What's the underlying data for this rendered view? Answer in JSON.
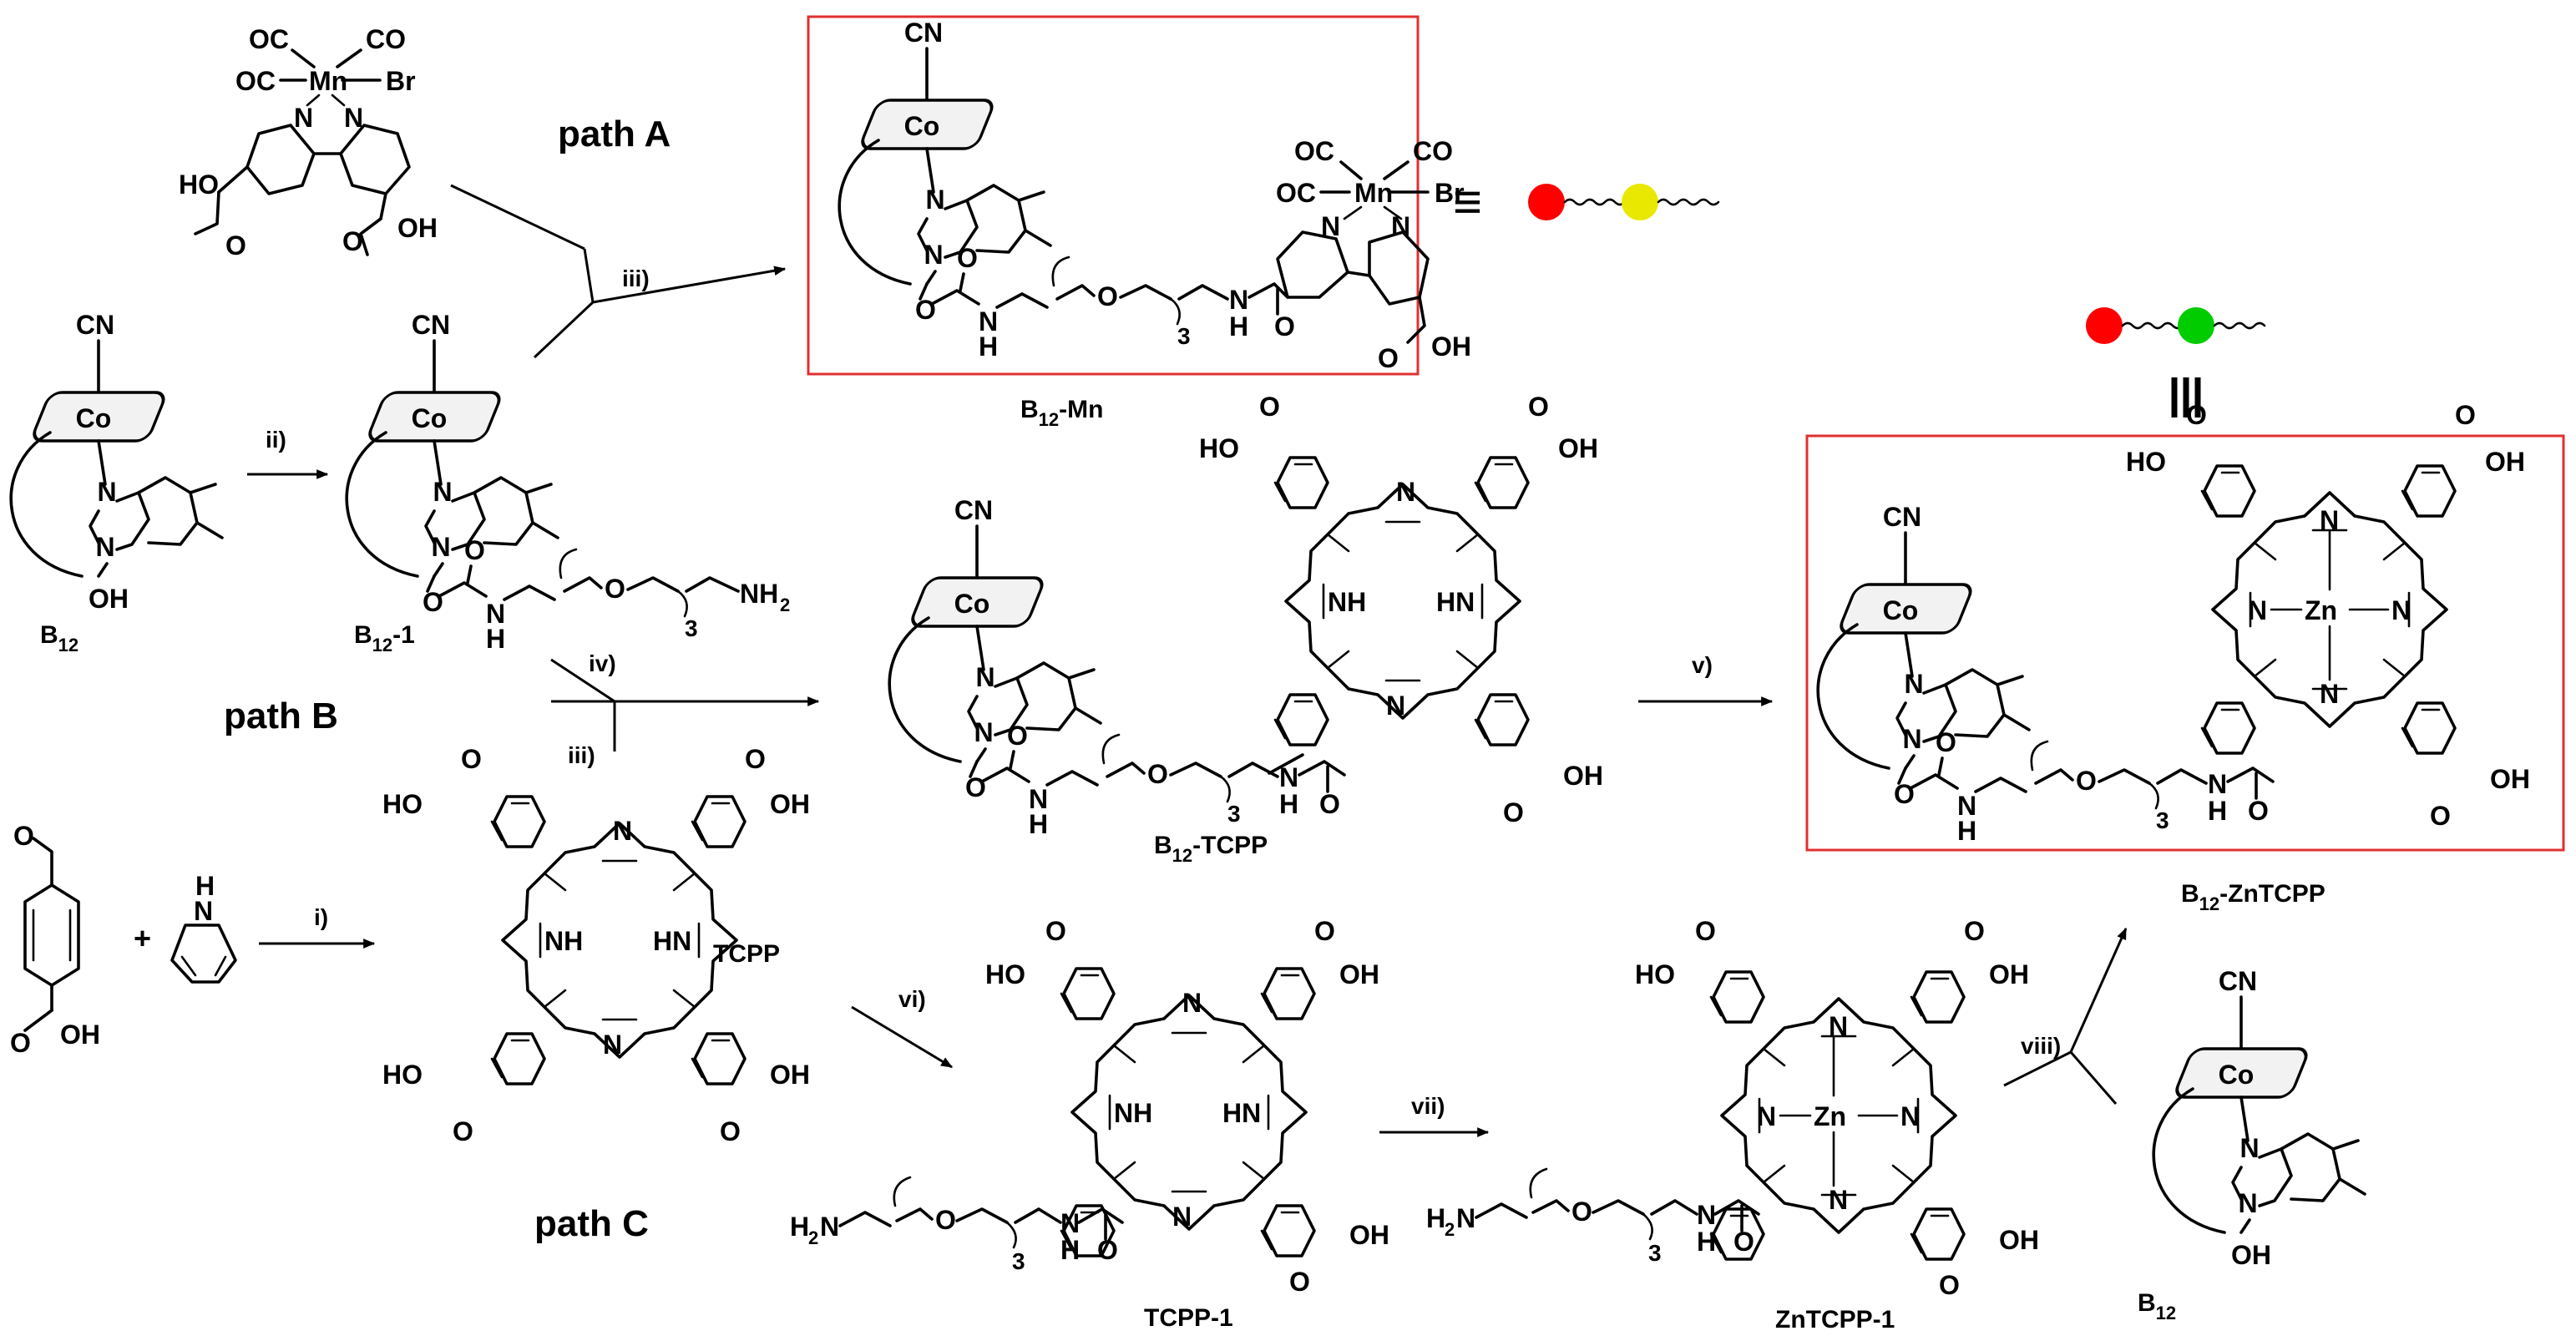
{
  "paths": {
    "a": "path A",
    "b": "path B",
    "c": "path C"
  },
  "steps": {
    "i": "i)",
    "ii": "ii)",
    "iii_a": "iii)",
    "iv": "iv)",
    "iii_b": "iii)",
    "v": "v)",
    "vi": "vi)",
    "vii": "vii)",
    "viii": "viii)"
  },
  "compounds": {
    "b12_left": {
      "main": "B",
      "sub": "12"
    },
    "b12_1": {
      "main": "B",
      "sub": "12",
      "suffix": "-1"
    },
    "b12_mn": {
      "main": "B",
      "sub": "12",
      "suffix": "-Mn"
    },
    "b12_tcpp": {
      "main": "B",
      "sub": "12",
      "suffix": "-TCPP"
    },
    "b12_zntcpp": {
      "main": "B",
      "sub": "12",
      "suffix": "-ZnTCPP"
    },
    "tcpp": "TCPP",
    "tcpp_1": "TCPP-1",
    "zntcpp_1": "ZnTCPP-1",
    "b12_right": {
      "main": "B",
      "sub": "12"
    }
  },
  "atoms": {
    "cn": "CN",
    "co": "Co",
    "n": "N",
    "h": "H",
    "o": "O",
    "oh": "OH",
    "ho": "HO",
    "nh": "NH",
    "hn": "HN",
    "nh2": "NH",
    "h2n": "H",
    "two": "2",
    "three": "3",
    "oc": "OC",
    "co_lig": "CO",
    "mn": "Mn",
    "br": "Br",
    "zn": "Zn"
  },
  "equiv_symbol": "≡",
  "colors": {
    "red": "#ff0000",
    "yellow": "#e8e800",
    "green": "#00cc00",
    "box": "#e03030"
  }
}
